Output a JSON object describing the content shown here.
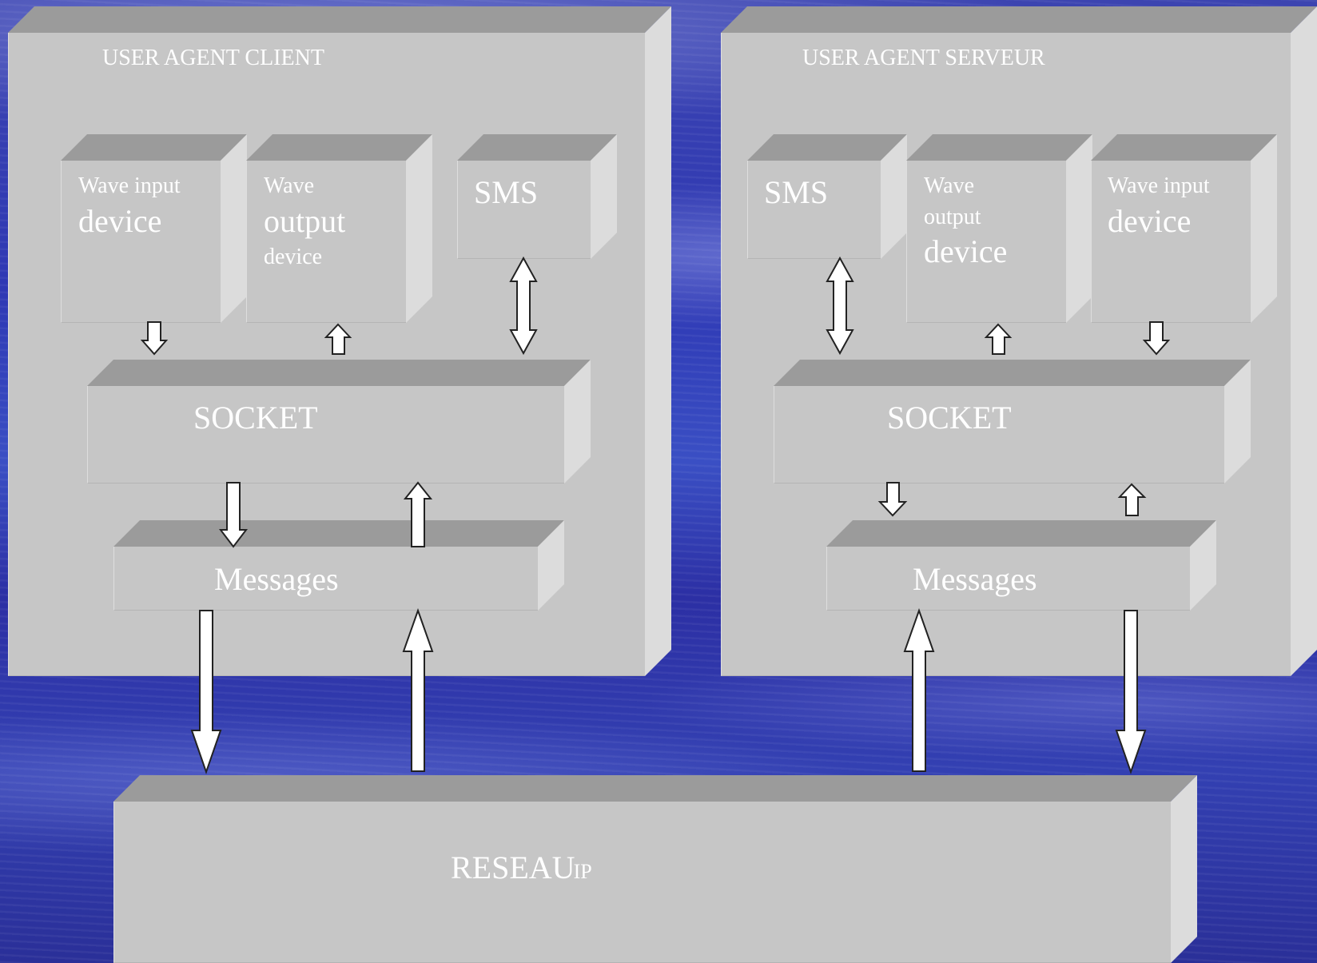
{
  "diagram": {
    "reseau": {
      "main": "RESEAU",
      "suffix": "IP"
    },
    "client": {
      "title": "USER  AGENT  CLIENT",
      "wave_input": {
        "line1": "Wave input",
        "line2": "device"
      },
      "wave_output": {
        "line1": "Wave",
        "line2": "output",
        "line3": "device"
      },
      "sms": "SMS",
      "socket": "SOCKET",
      "messages": "Messages"
    },
    "server": {
      "title": "USER AGENT SERVEUR",
      "sms": "SMS",
      "wave_output": {
        "line1": "Wave",
        "line2": "output",
        "line3": "device"
      },
      "wave_input": {
        "line1": "Wave input",
        "line2": "device"
      },
      "socket": "SOCKET",
      "messages": "Messages"
    }
  },
  "colors": {
    "box_face": "#c6c6c6",
    "box_top": "#9b9b9b",
    "box_side": "#dcdcdc",
    "text": "#ffffff",
    "background": "#2e38b4"
  }
}
